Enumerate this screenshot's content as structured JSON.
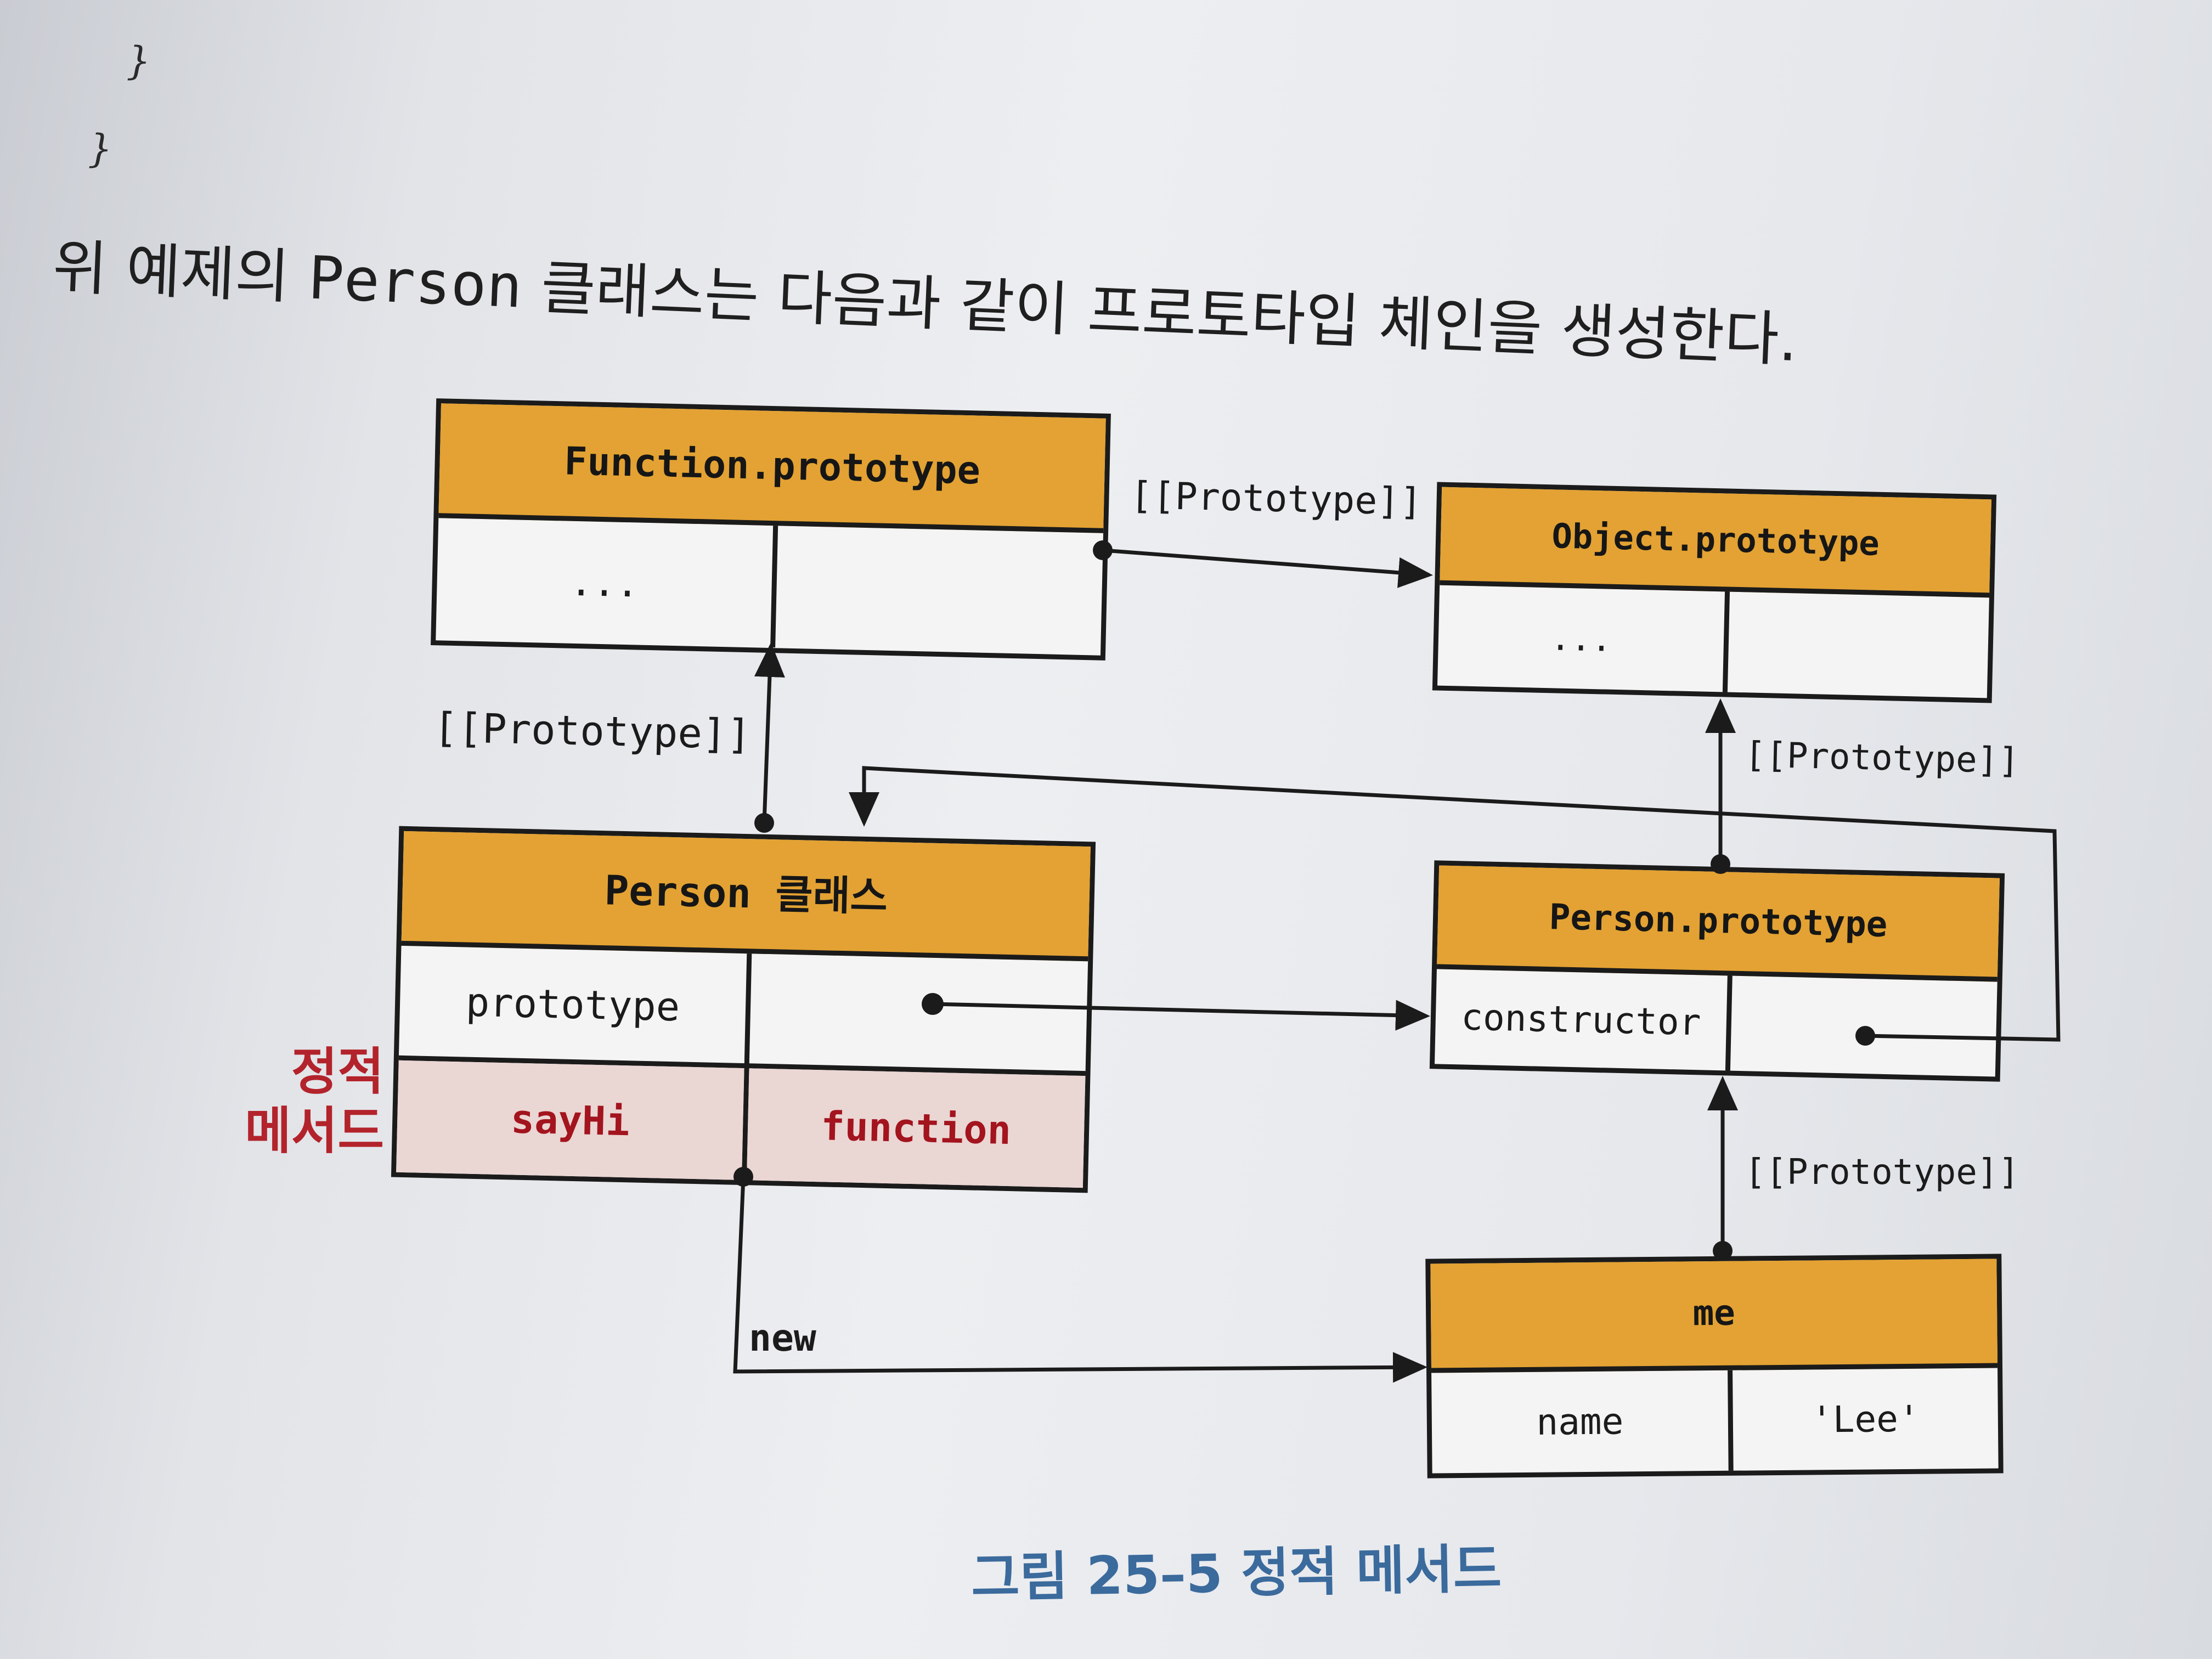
{
  "code": {
    "brace_inner": "}",
    "brace_outer": "}"
  },
  "intro": {
    "prefix": "위 예제의 ",
    "class_name": "Person",
    "suffix": " 클래스는 다음과 같이 프로토타입 체인을 생성한다."
  },
  "nodes": {
    "function_prototype": {
      "title": "Function.prototype",
      "cells": [
        "...",
        ""
      ]
    },
    "object_prototype": {
      "title": "Object.prototype",
      "cells": [
        "...",
        ""
      ]
    },
    "person_class": {
      "title": "Person 클래스",
      "rows": [
        {
          "key": "prototype",
          "value": ""
        },
        {
          "key": "sayHi",
          "value": "function"
        }
      ]
    },
    "person_prototype": {
      "title": "Person.prototype",
      "rows": [
        {
          "key": "constructor",
          "value": ""
        }
      ]
    },
    "me": {
      "title": "me",
      "rows": [
        {
          "key": "name",
          "value": "'Lee'"
        }
      ]
    }
  },
  "edges": {
    "fn_to_obj": "[[Prototype]]",
    "class_to_fn": "[[Prototype]]",
    "pp_to_obj": "[[Prototype]]",
    "me_to_pp": "[[Prototype]]",
    "new_label": "new"
  },
  "static_method_label": [
    "정적",
    "메서드"
  ],
  "caption": "그림 25–5 정적 메서드",
  "colors": {
    "header": "#e3a233",
    "static_row": "#ead6d3",
    "static_text": "#a3141e",
    "caption": "#3b6a9c"
  }
}
